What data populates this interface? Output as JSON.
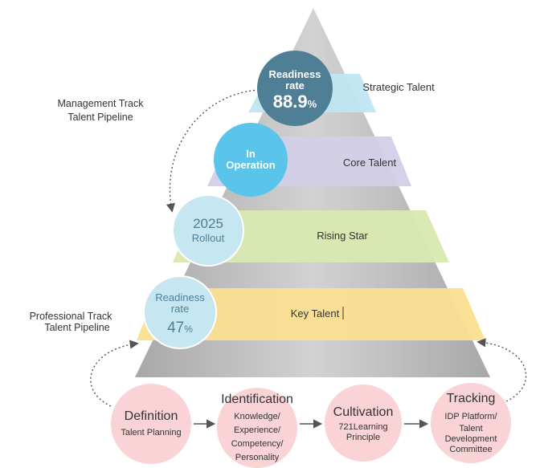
{
  "side_labels": {
    "management_line1": "Management Track",
    "management_line2": "Talent Pipeline",
    "professional_line1": "Professional Track",
    "professional_line2": "Talent  Pipeline"
  },
  "tiers": [
    {
      "label": "Strategic Talent",
      "color": "#bfe6f2"
    },
    {
      "label": "Core Talent",
      "color": "#d3cfe8"
    },
    {
      "label": "Rising Star",
      "color": "#d9e9b0"
    },
    {
      "label": "Key Talent",
      "color": "#fbdf8f"
    }
  ],
  "badges": [
    {
      "line1": "Readiness",
      "line2": "rate",
      "value": "88.9",
      "unit": "%",
      "color": "#4f7f95"
    },
    {
      "line1": "In",
      "line2": "Operation",
      "color": "#5bc4ea"
    },
    {
      "line1": "2025",
      "line2": "Rollout",
      "color": "#c6e6f2"
    },
    {
      "line1": "Readiness",
      "line2": "rate",
      "value": "47",
      "unit": "%",
      "color": "#c6e6f2"
    }
  ],
  "process": [
    {
      "title": "Definition",
      "lines": [
        "Talent Planning"
      ]
    },
    {
      "title": "Identification",
      "lines": [
        "Knowledge/",
        "Experience/",
        "Competency/",
        "Personality"
      ]
    },
    {
      "title": "Cultivation",
      "lines": [
        "721Learning",
        "Principle"
      ]
    },
    {
      "title": "Tracking",
      "lines": [
        "IDP Platform/",
        "Talent",
        "Development",
        "Committee"
      ]
    }
  ],
  "colors": {
    "pyramid_gray": "#c7c7c7",
    "pyramid_base": "#d9d9d9",
    "process_circle": "#f9d3d6",
    "dark_text": "#333333"
  }
}
